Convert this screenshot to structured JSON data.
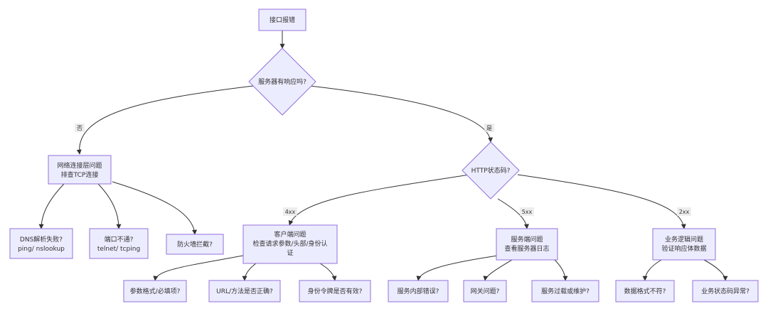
{
  "nodes": {
    "start": "接口报错",
    "server_response": "服务器有响应吗?",
    "network_issue": [
      "网络连接层问题",
      "排查TCP连接"
    ],
    "dns_fail": [
      "DNS解析失败?",
      "ping/ nslookup"
    ],
    "port_blocked": [
      "端口不通?",
      "telnet/ tcping"
    ],
    "firewall": "防火墙拦截?",
    "http_status": "HTTP状态码?",
    "client_issue": [
      "客户端问题",
      "检查请求参数/头部/身份认",
      "证"
    ],
    "param_format": "参数格式/必填项?",
    "url_method": "URL/方法是否正确?",
    "token_valid": "身份令牌是否有效?",
    "server_issue": [
      "服务端问题",
      "查看服务器日志"
    ],
    "internal_error": "服务内部错误?",
    "gateway_issue": "网关问题?",
    "overload": "服务过载或维护?",
    "business_issue": [
      "业务逻辑问题",
      "验证响应体数据"
    ],
    "data_format": "数据格式不符?",
    "status_code_err": "业务状态码异常?"
  },
  "edge_labels": {
    "no": "否",
    "yes": "是",
    "c4xx": "4xx",
    "c5xx": "5xx",
    "c2xx": "2xx"
  },
  "colors": {
    "node_fill": "#ECECFF",
    "node_stroke": "#9370DB",
    "edge": "#333333"
  }
}
